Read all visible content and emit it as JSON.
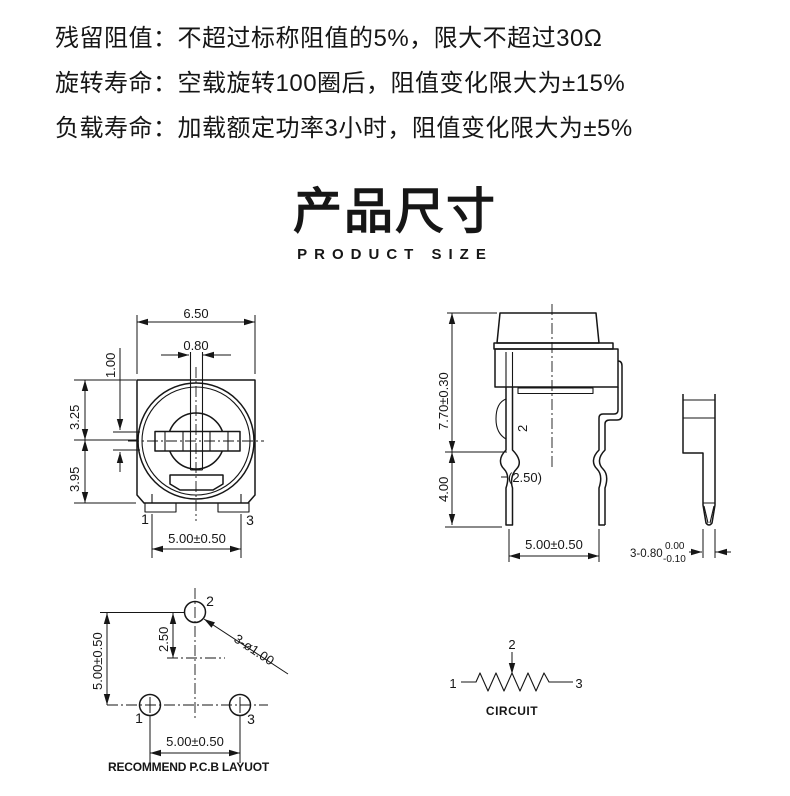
{
  "specs": [
    "残留阻值：不超过标称阻值的5%，限大不超过30Ω",
    "旋转寿命：空载旋转100圈后，阻值变化限大为±15%",
    "负载寿命：加载额定功率3小时，阻值变化限大为±5%"
  ],
  "title": {
    "zh": "产品尺寸",
    "en": "PRODUCT SIZE"
  },
  "front_view": {
    "width": "6.50",
    "slot_width": "0.80",
    "slot_height": "1.00",
    "upper": "3.25",
    "lower": "3.95",
    "pin_pitch": "5.00±0.50",
    "pin_left": "1",
    "pin_right": "3"
  },
  "side_view": {
    "height": "7.70±0.30",
    "pin_length": "4.00",
    "standoff": "(2.50)",
    "pin_mid": "2",
    "pin_pitch": "5.00±0.50",
    "pin_width": "3-0.80",
    "tol_upper": "0.00",
    "tol_lower": "-0.10"
  },
  "pcb": {
    "row_pitch": "5.00±0.50",
    "pin2_offset": "2.50",
    "hole": "3-ø1.00",
    "col_pitch": "5.00±0.50",
    "pin1": "1",
    "pin2": "2",
    "pin3": "3",
    "caption": "RECOMMEND P.C.B LAYUOT"
  },
  "circuit": {
    "pin1": "1",
    "pin2": "2",
    "pin3": "3",
    "caption": "CIRCUIT"
  },
  "colors": {
    "ink": "#161616",
    "background": "#ffffff"
  }
}
